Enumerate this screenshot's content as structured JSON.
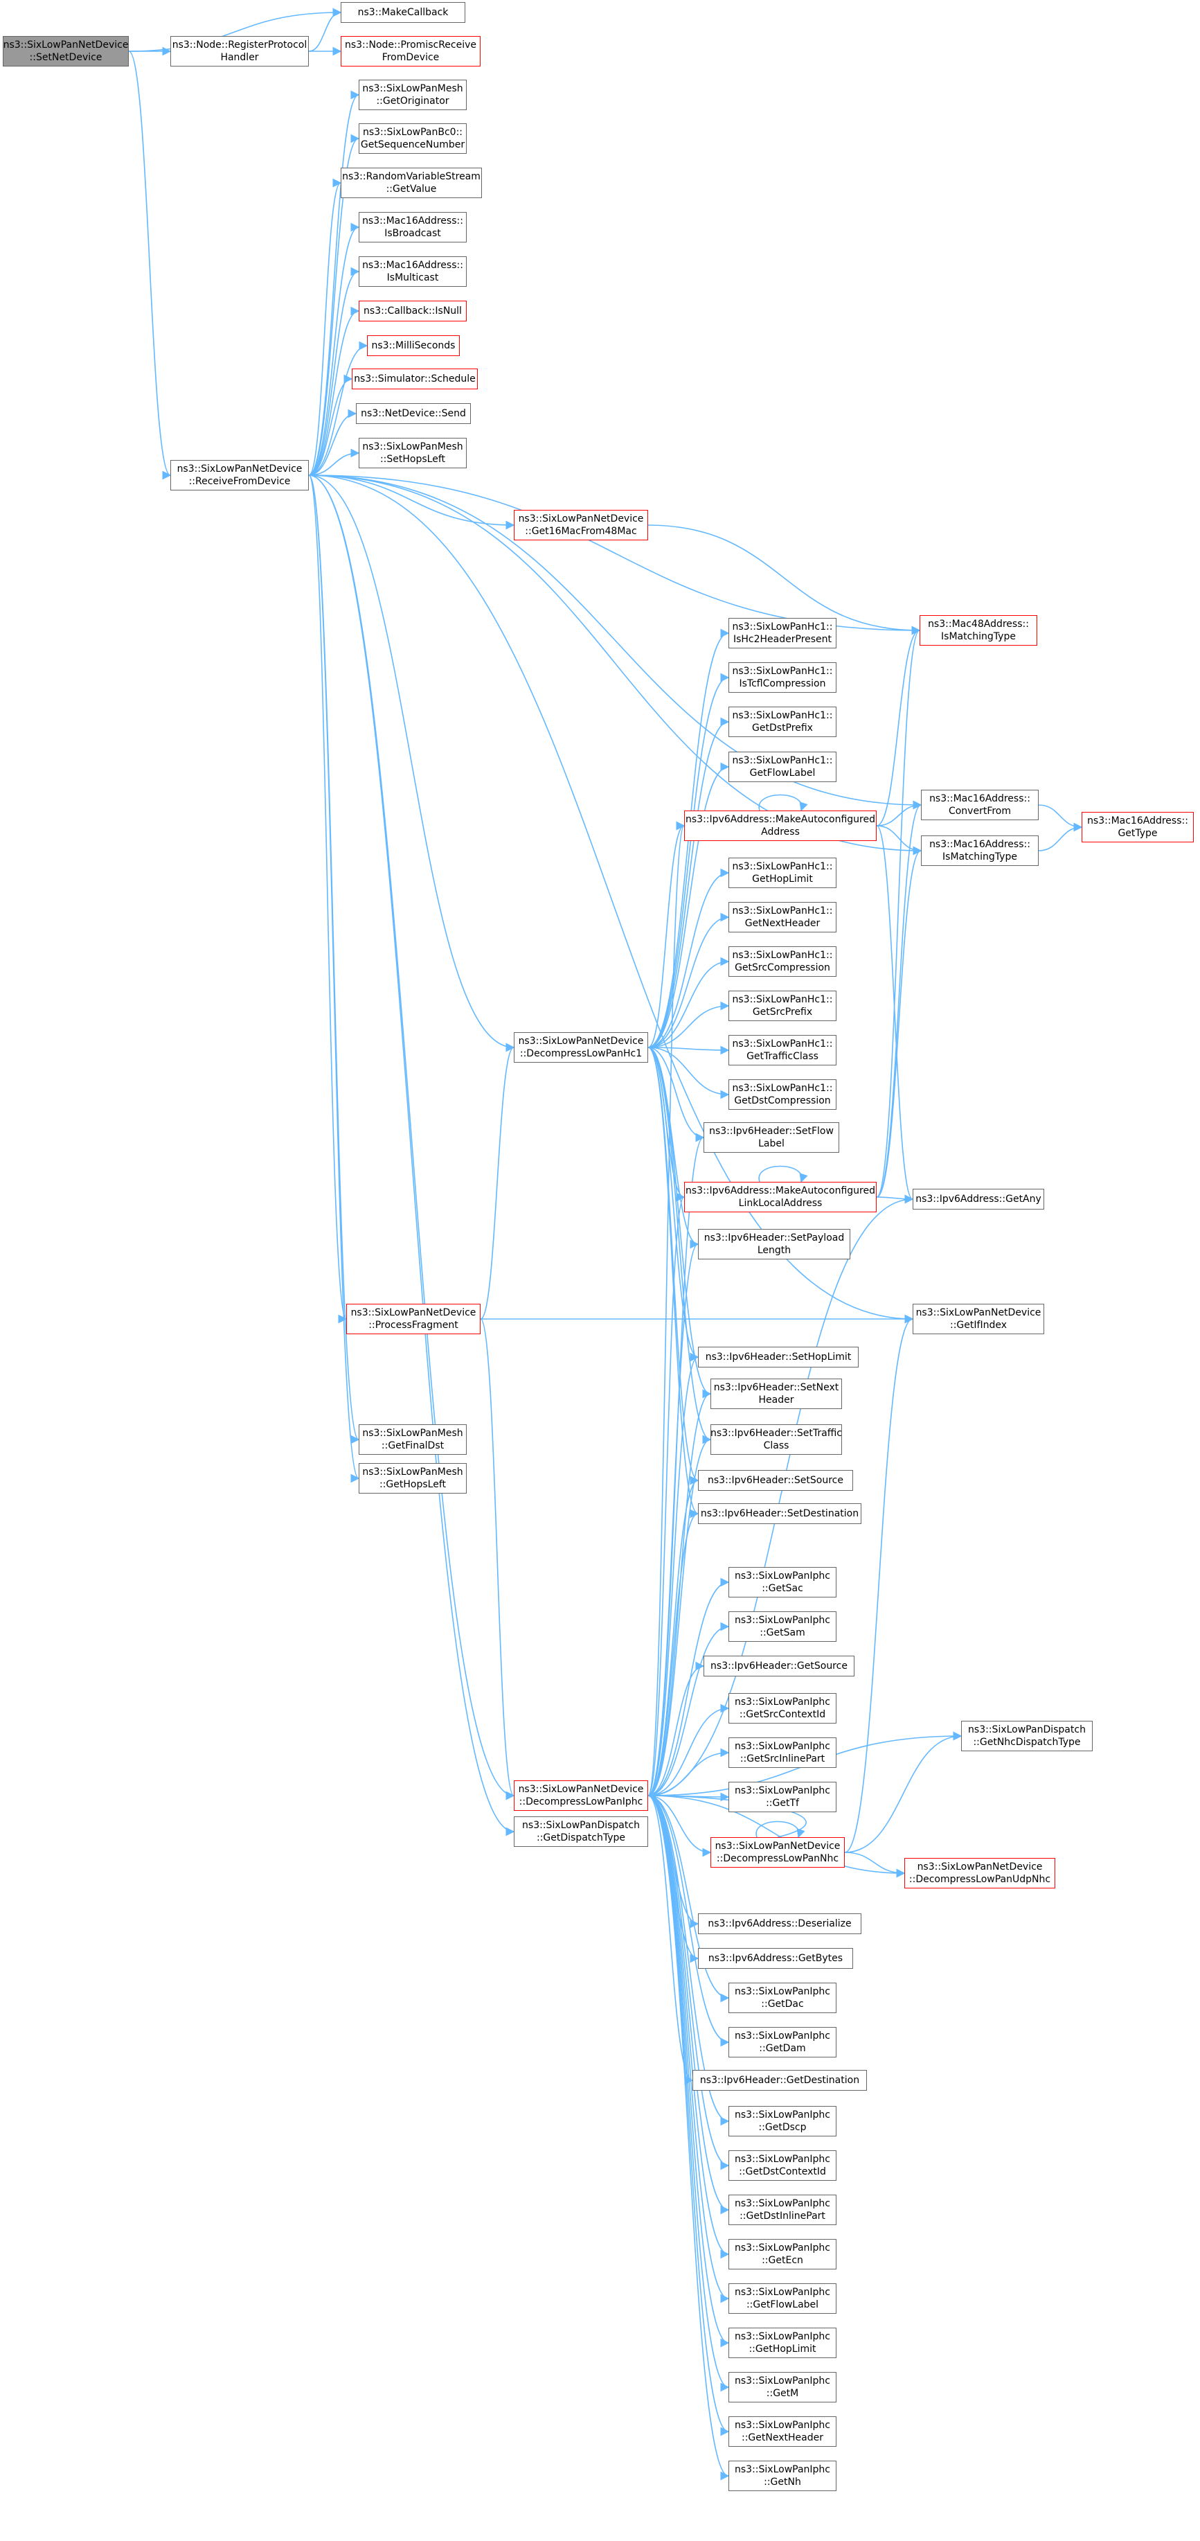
{
  "graph": {
    "colors": {
      "edge": "#63b8ff",
      "node_border": "#666666",
      "node_border_unresolved": "#ff0000",
      "root_fill": "#999999"
    },
    "nodes": [
      {
        "id": "root",
        "lines": [
          "ns3::SixLowPanNetDevice",
          "::SetNetDevice"
        ],
        "style": "root"
      },
      {
        "id": "makecb",
        "lines": [
          "ns3::MakeCallback"
        ],
        "style": "normal"
      },
      {
        "id": "regproto",
        "lines": [
          "ns3::Node::RegisterProtocol",
          "Handler"
        ],
        "style": "normal"
      },
      {
        "id": "promisc",
        "lines": [
          "ns3::Node::PromiscReceive",
          "FromDevice"
        ],
        "style": "red"
      },
      {
        "id": "recv",
        "lines": [
          "ns3::SixLowPanNetDevice",
          "::ReceiveFromDevice"
        ],
        "style": "normal"
      },
      {
        "id": "getorig",
        "lines": [
          "ns3::SixLowPanMesh",
          "::GetOriginator"
        ],
        "style": "normal"
      },
      {
        "id": "getseq",
        "lines": [
          "ns3::SixLowPanBc0::",
          "GetSequenceNumber"
        ],
        "style": "normal"
      },
      {
        "id": "rvs",
        "lines": [
          "ns3::RandomVariableStream",
          "::GetValue"
        ],
        "style": "normal"
      },
      {
        "id": "isbcast",
        "lines": [
          "ns3::Mac16Address::",
          "IsBroadcast"
        ],
        "style": "normal"
      },
      {
        "id": "ismcast",
        "lines": [
          "ns3::Mac16Address::",
          "IsMulticast"
        ],
        "style": "normal"
      },
      {
        "id": "isnull",
        "lines": [
          "ns3::Callback::IsNull"
        ],
        "style": "red"
      },
      {
        "id": "ms",
        "lines": [
          "ns3::MilliSeconds"
        ],
        "style": "red"
      },
      {
        "id": "sched",
        "lines": [
          "ns3::Simulator::Schedule"
        ],
        "style": "red"
      },
      {
        "id": "ndsend",
        "lines": [
          "ns3::NetDevice::Send"
        ],
        "style": "normal"
      },
      {
        "id": "sethops",
        "lines": [
          "ns3::SixLowPanMesh",
          "::SetHopsLeft"
        ],
        "style": "normal"
      },
      {
        "id": "get16",
        "lines": [
          "ns3::SixLowPanNetDevice",
          "::Get16MacFrom48Mac"
        ],
        "style": "red"
      },
      {
        "id": "m48match",
        "lines": [
          "ns3::Mac48Address::",
          "IsMatchingType"
        ],
        "style": "red"
      },
      {
        "id": "hc2",
        "lines": [
          "ns3::SixLowPanHc1::",
          "IsHc2HeaderPresent"
        ],
        "style": "normal"
      },
      {
        "id": "tcfl",
        "lines": [
          "ns3::SixLowPanHc1::",
          "IsTcflCompression"
        ],
        "style": "normal"
      },
      {
        "id": "hc1dstpre",
        "lines": [
          "ns3::SixLowPanHc1::",
          "GetDstPrefix"
        ],
        "style": "normal"
      },
      {
        "id": "hc1flow",
        "lines": [
          "ns3::SixLowPanHc1::",
          "GetFlowLabel"
        ],
        "style": "normal"
      },
      {
        "id": "mkauto",
        "lines": [
          "ns3::Ipv6Address::MakeAutoconfigured",
          "Address"
        ],
        "style": "red"
      },
      {
        "id": "m16conv",
        "lines": [
          "ns3::Mac16Address::",
          "ConvertFrom"
        ],
        "style": "normal"
      },
      {
        "id": "m16gettype",
        "lines": [
          "ns3::Mac16Address::",
          "GetType"
        ],
        "style": "red"
      },
      {
        "id": "m16match",
        "lines": [
          "ns3::Mac16Address::",
          "IsMatchingType"
        ],
        "style": "normal"
      },
      {
        "id": "hc1hop",
        "lines": [
          "ns3::SixLowPanHc1::",
          "GetHopLimit"
        ],
        "style": "normal"
      },
      {
        "id": "hc1next",
        "lines": [
          "ns3::SixLowPanHc1::",
          "GetNextHeader"
        ],
        "style": "normal"
      },
      {
        "id": "hc1srccomp",
        "lines": [
          "ns3::SixLowPanHc1::",
          "GetSrcCompression"
        ],
        "style": "normal"
      },
      {
        "id": "hc1srcpre",
        "lines": [
          "ns3::SixLowPanHc1::",
          "GetSrcPrefix"
        ],
        "style": "normal"
      },
      {
        "id": "dhc1",
        "lines": [
          "ns3::SixLowPanNetDevice",
          "::DecompressLowPanHc1"
        ],
        "style": "normal"
      },
      {
        "id": "hc1tc",
        "lines": [
          "ns3::SixLowPanHc1::",
          "GetTrafficClass"
        ],
        "style": "normal"
      },
      {
        "id": "hc1dstcomp",
        "lines": [
          "ns3::SixLowPanHc1::",
          "GetDstCompression"
        ],
        "style": "normal"
      },
      {
        "id": "setflow",
        "lines": [
          "ns3::Ipv6Header::SetFlow",
          "Label"
        ],
        "style": "normal"
      },
      {
        "id": "mkautoll",
        "lines": [
          "ns3::Ipv6Address::MakeAutoconfigured",
          "LinkLocalAddress"
        ],
        "style": "red"
      },
      {
        "id": "getany",
        "lines": [
          "ns3::Ipv6Address::GetAny"
        ],
        "style": "normal"
      },
      {
        "id": "setpay",
        "lines": [
          "ns3::Ipv6Header::SetPayload",
          "Length"
        ],
        "style": "normal"
      },
      {
        "id": "procfrag",
        "lines": [
          "ns3::SixLowPanNetDevice",
          "::ProcessFragment"
        ],
        "style": "red"
      },
      {
        "id": "getifidx",
        "lines": [
          "ns3::SixLowPanNetDevice",
          "::GetIfIndex"
        ],
        "style": "normal"
      },
      {
        "id": "sethop",
        "lines": [
          "ns3::Ipv6Header::SetHopLimit"
        ],
        "style": "normal"
      },
      {
        "id": "getfinal",
        "lines": [
          "ns3::SixLowPanMesh",
          "::GetFinalDst"
        ],
        "style": "normal"
      },
      {
        "id": "setnext",
        "lines": [
          "ns3::Ipv6Header::SetNext",
          "Header"
        ],
        "style": "normal"
      },
      {
        "id": "gethops",
        "lines": [
          "ns3::SixLowPanMesh",
          "::GetHopsLeft"
        ],
        "style": "normal"
      },
      {
        "id": "settc",
        "lines": [
          "ns3::Ipv6Header::SetTraffic",
          "Class"
        ],
        "style": "normal"
      },
      {
        "id": "setsrc",
        "lines": [
          "ns3::Ipv6Header::SetSource"
        ],
        "style": "normal"
      },
      {
        "id": "setdst",
        "lines": [
          "ns3::Ipv6Header::SetDestination"
        ],
        "style": "normal"
      },
      {
        "id": "iphcsac",
        "lines": [
          "ns3::SixLowPanIphc",
          "::GetSac"
        ],
        "style": "normal"
      },
      {
        "id": "iphcsam",
        "lines": [
          "ns3::SixLowPanIphc",
          "::GetSam"
        ],
        "style": "normal"
      },
      {
        "id": "getsource",
        "lines": [
          "ns3::Ipv6Header::GetSource"
        ],
        "style": "normal"
      },
      {
        "id": "nhcdisp",
        "lines": [
          "ns3::SixLowPanDispatch",
          "::GetNhcDispatchType"
        ],
        "style": "normal"
      },
      {
        "id": "iphcsrcctx",
        "lines": [
          "ns3::SixLowPanIphc",
          "::GetSrcContextId"
        ],
        "style": "normal"
      },
      {
        "id": "diphc",
        "lines": [
          "ns3::SixLowPanNetDevice",
          "::DecompressLowPanIphc"
        ],
        "style": "red"
      },
      {
        "id": "iphcsrcinl",
        "lines": [
          "ns3::SixLowPanIphc",
          "::GetSrcInlinePart"
        ],
        "style": "normal"
      },
      {
        "id": "getdisp",
        "lines": [
          "ns3::SixLowPanDispatch",
          "::GetDispatchType"
        ],
        "style": "normal"
      },
      {
        "id": "iphctf",
        "lines": [
          "ns3::SixLowPanIphc",
          "::GetTf"
        ],
        "style": "normal"
      },
      {
        "id": "dnhc",
        "lines": [
          "ns3::SixLowPanNetDevice",
          "::DecompressLowPanNhc"
        ],
        "style": "red"
      },
      {
        "id": "dudp",
        "lines": [
          "ns3::SixLowPanNetDevice",
          "::DecompressLowPanUdpNhc"
        ],
        "style": "red"
      },
      {
        "id": "deser",
        "lines": [
          "ns3::Ipv6Address::Deserialize"
        ],
        "style": "normal"
      },
      {
        "id": "getbytes",
        "lines": [
          "ns3::Ipv6Address::GetBytes"
        ],
        "style": "normal"
      },
      {
        "id": "iphcdac",
        "lines": [
          "ns3::SixLowPanIphc",
          "::GetDac"
        ],
        "style": "normal"
      },
      {
        "id": "iphcdam",
        "lines": [
          "ns3::SixLowPanIphc",
          "::GetDam"
        ],
        "style": "normal"
      },
      {
        "id": "getdst",
        "lines": [
          "ns3::Ipv6Header::GetDestination"
        ],
        "style": "normal"
      },
      {
        "id": "iphcdscp",
        "lines": [
          "ns3::SixLowPanIphc",
          "::GetDscp"
        ],
        "style": "normal"
      },
      {
        "id": "iphcdstctx",
        "lines": [
          "ns3::SixLowPanIphc",
          "::GetDstContextId"
        ],
        "style": "normal"
      },
      {
        "id": "iphcdstinl",
        "lines": [
          "ns3::SixLowPanIphc",
          "::GetDstInlinePart"
        ],
        "style": "normal"
      },
      {
        "id": "iphcecn",
        "lines": [
          "ns3::SixLowPanIphc",
          "::GetEcn"
        ],
        "style": "normal"
      },
      {
        "id": "iphcflow",
        "lines": [
          "ns3::SixLowPanIphc",
          "::GetFlowLabel"
        ],
        "style": "normal"
      },
      {
        "id": "iphchop",
        "lines": [
          "ns3::SixLowPanIphc",
          "::GetHopLimit"
        ],
        "style": "normal"
      },
      {
        "id": "iphcm",
        "lines": [
          "ns3::SixLowPanIphc",
          "::GetM"
        ],
        "style": "normal"
      },
      {
        "id": "iphcnext",
        "lines": [
          "ns3::SixLowPanIphc",
          "::GetNextHeader"
        ],
        "style": "normal"
      },
      {
        "id": "iphcnh",
        "lines": [
          "ns3::SixLowPanIphc",
          "::GetNh"
        ],
        "style": "normal"
      }
    ],
    "edges": [
      [
        "root",
        "makecb"
      ],
      [
        "root",
        "regproto"
      ],
      [
        "regproto",
        "makecb"
      ],
      [
        "regproto",
        "promisc"
      ],
      [
        "root",
        "recv"
      ],
      [
        "recv",
        "getorig"
      ],
      [
        "recv",
        "getseq"
      ],
      [
        "recv",
        "rvs"
      ],
      [
        "recv",
        "isbcast"
      ],
      [
        "recv",
        "ismcast"
      ],
      [
        "recv",
        "isnull"
      ],
      [
        "recv",
        "ms"
      ],
      [
        "recv",
        "sched"
      ],
      [
        "recv",
        "ndsend"
      ],
      [
        "recv",
        "sethops"
      ],
      [
        "recv",
        "m48match"
      ],
      [
        "recv",
        "get16"
      ],
      [
        "get16",
        "m48match"
      ],
      [
        "recv",
        "m16conv"
      ],
      [
        "recv",
        "m16match"
      ],
      [
        "recv",
        "dhc1"
      ],
      [
        "recv",
        "getifidx"
      ],
      [
        "recv",
        "procfrag"
      ],
      [
        "recv",
        "getfinal"
      ],
      [
        "recv",
        "gethops"
      ],
      [
        "recv",
        "diphc"
      ],
      [
        "recv",
        "getdisp"
      ],
      [
        "dhc1",
        "hc2"
      ],
      [
        "dhc1",
        "tcfl"
      ],
      [
        "dhc1",
        "hc1dstpre"
      ],
      [
        "dhc1",
        "hc1flow"
      ],
      [
        "dhc1",
        "mkauto"
      ],
      [
        "dhc1",
        "hc1hop"
      ],
      [
        "dhc1",
        "hc1next"
      ],
      [
        "dhc1",
        "hc1srccomp"
      ],
      [
        "dhc1",
        "hc1srcpre"
      ],
      [
        "dhc1",
        "hc1tc"
      ],
      [
        "dhc1",
        "hc1dstcomp"
      ],
      [
        "dhc1",
        "setflow"
      ],
      [
        "dhc1",
        "mkautoll"
      ],
      [
        "dhc1",
        "setpay"
      ],
      [
        "dhc1",
        "sethop"
      ],
      [
        "dhc1",
        "setnext"
      ],
      [
        "dhc1",
        "settc"
      ],
      [
        "dhc1",
        "setsrc"
      ],
      [
        "dhc1",
        "setdst"
      ],
      [
        "mkauto",
        "mkauto"
      ],
      [
        "mkauto",
        "m48match"
      ],
      [
        "mkauto",
        "m16conv"
      ],
      [
        "mkauto",
        "m16match"
      ],
      [
        "mkauto",
        "getany"
      ],
      [
        "mkautoll",
        "mkautoll"
      ],
      [
        "mkautoll",
        "m48match"
      ],
      [
        "mkautoll",
        "m16conv"
      ],
      [
        "mkautoll",
        "m16match"
      ],
      [
        "mkautoll",
        "getany"
      ],
      [
        "m16conv",
        "m16gettype"
      ],
      [
        "m16match",
        "m16gettype"
      ],
      [
        "procfrag",
        "dhc1"
      ],
      [
        "procfrag",
        "diphc"
      ],
      [
        "procfrag",
        "getifidx"
      ],
      [
        "diphc",
        "mkauto"
      ],
      [
        "diphc",
        "mkautoll"
      ],
      [
        "diphc",
        "getany"
      ],
      [
        "diphc",
        "setflow"
      ],
      [
        "diphc",
        "setpay"
      ],
      [
        "diphc",
        "sethop"
      ],
      [
        "diphc",
        "setnext"
      ],
      [
        "diphc",
        "settc"
      ],
      [
        "diphc",
        "setsrc"
      ],
      [
        "diphc",
        "setdst"
      ],
      [
        "diphc",
        "iphcsac"
      ],
      [
        "diphc",
        "iphcsam"
      ],
      [
        "diphc",
        "getsource"
      ],
      [
        "diphc",
        "nhcdisp"
      ],
      [
        "diphc",
        "iphcsrcctx"
      ],
      [
        "diphc",
        "iphcsrcinl"
      ],
      [
        "diphc",
        "iphctf"
      ],
      [
        "diphc",
        "dnhc"
      ],
      [
        "diphc",
        "dudp"
      ],
      [
        "diphc",
        "deser"
      ],
      [
        "diphc",
        "getbytes"
      ],
      [
        "diphc",
        "iphcdac"
      ],
      [
        "diphc",
        "iphcdam"
      ],
      [
        "diphc",
        "getdst"
      ],
      [
        "diphc",
        "iphcdscp"
      ],
      [
        "diphc",
        "iphcdstctx"
      ],
      [
        "diphc",
        "iphcdstinl"
      ],
      [
        "diphc",
        "iphcecn"
      ],
      [
        "diphc",
        "iphcflow"
      ],
      [
        "diphc",
        "iphchop"
      ],
      [
        "diphc",
        "iphcm"
      ],
      [
        "diphc",
        "iphcnext"
      ],
      [
        "diphc",
        "iphcnh"
      ],
      [
        "dnhc",
        "dnhc"
      ],
      [
        "dnhc",
        "getifidx"
      ],
      [
        "dnhc",
        "nhcdisp"
      ],
      [
        "dnhc",
        "dudp"
      ],
      [
        "dnhc",
        "diphc"
      ]
    ]
  }
}
